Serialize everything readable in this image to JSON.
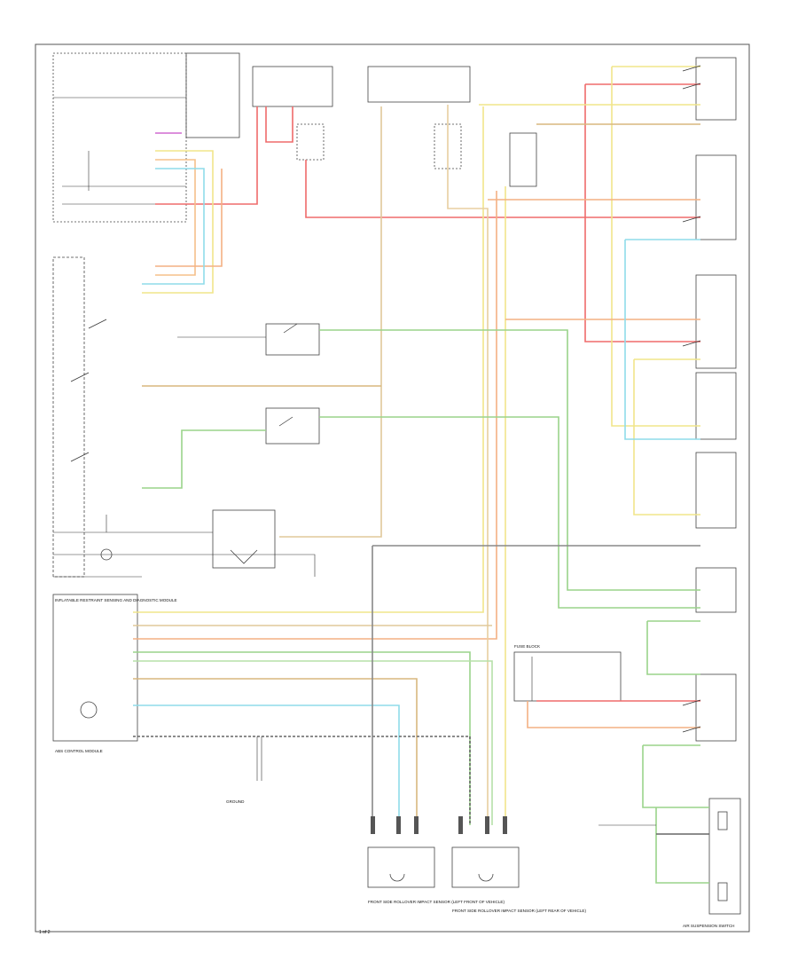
{
  "diagram": {
    "page_ref": "1 of 2",
    "labels": {
      "front_left_sensor": "FRONT SIDE ROLLOVER IMPACT SENSOR (LEFT FRONT OF VEHICLE)",
      "front_right_sensor": "FRONT SIDE ROLLOVER IMPACT SENSOR (LEFT REAR OF VEHICLE)",
      "ground": "GROUND",
      "abs_control": "ABS CONTROL MODULE",
      "control_module": "INFLATABLE RESTRAINT SENSING AND DIAGNOSTIC MODULE",
      "fuse_block": "FUSE BLOCK",
      "air_suspension": "AIR SUSPENSION SWITCH"
    }
  }
}
